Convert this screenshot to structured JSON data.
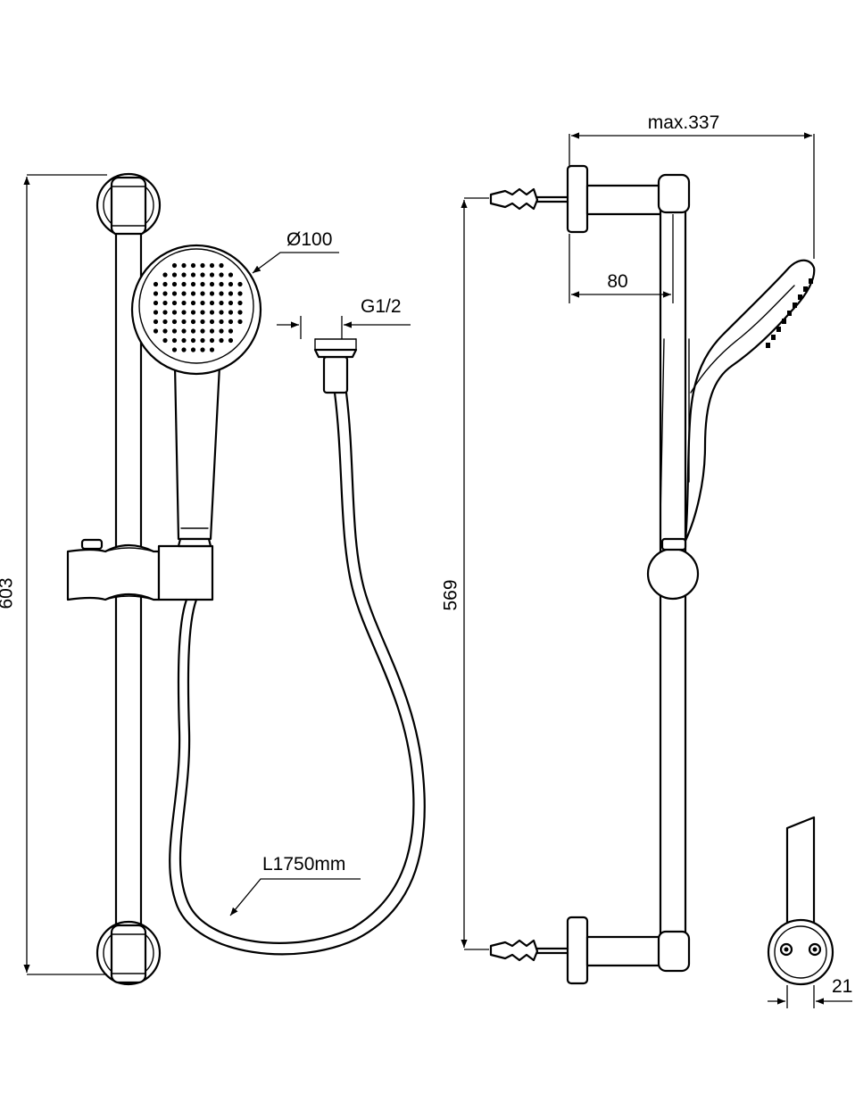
{
  "dimensions": {
    "total_height": "603",
    "head_diameter": "Ø100",
    "hose_thread": "G1/2",
    "hose_length": "L1750mm",
    "max_projection": "max.337",
    "bracket_projection": "80",
    "bracket_spacing": "569",
    "end_detail": "21"
  }
}
